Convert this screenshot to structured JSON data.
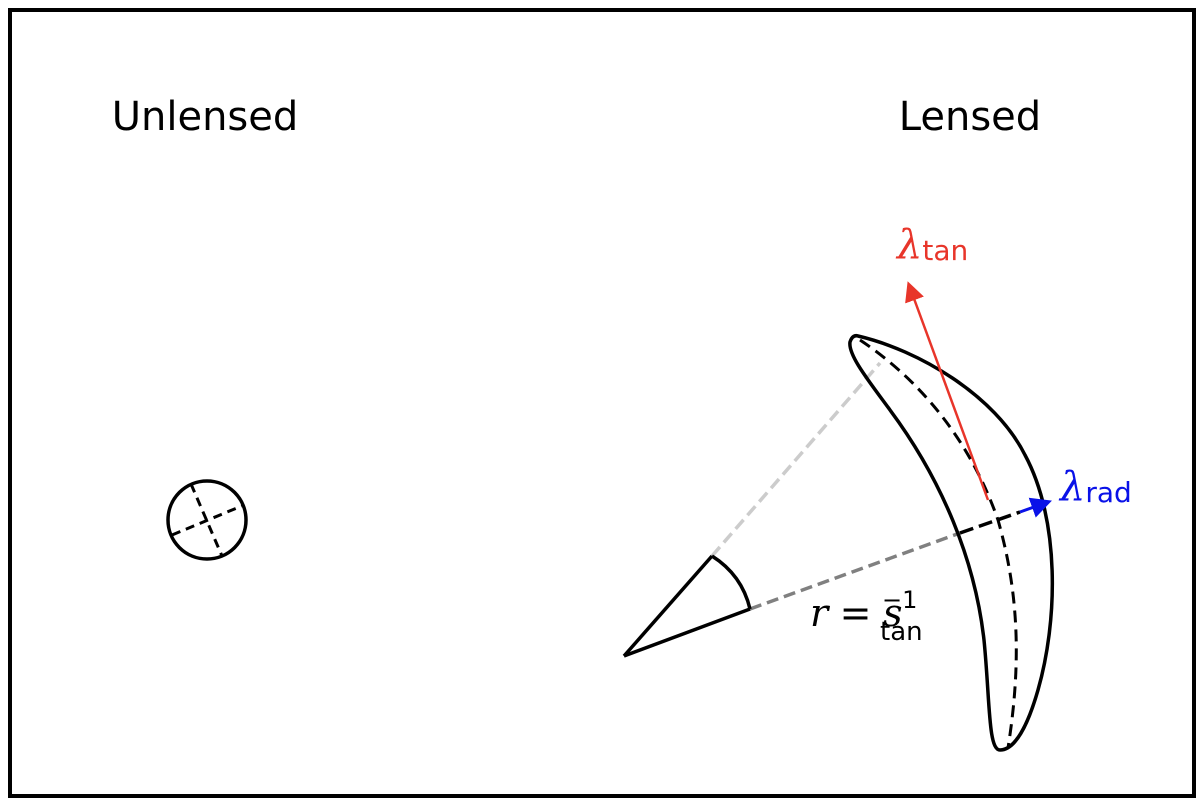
{
  "diagram": {
    "unlensed_label": "Unlensed",
    "lensed_label": "Lensed",
    "tangential_label": {
      "symbol": "λ",
      "subscript": "tan"
    },
    "radial_label": {
      "symbol": "λ",
      "subscript": "rad"
    },
    "radius_label": {
      "lhs": "r",
      "equals": "=",
      "symbol": "s",
      "subscript": "tan",
      "superscript": "−1"
    },
    "colors": {
      "tangential": "#e8352a",
      "radial": "#0a12e8",
      "outline": "#000000",
      "guide_light": "#cccccc",
      "guide_dark": "#808080"
    }
  }
}
